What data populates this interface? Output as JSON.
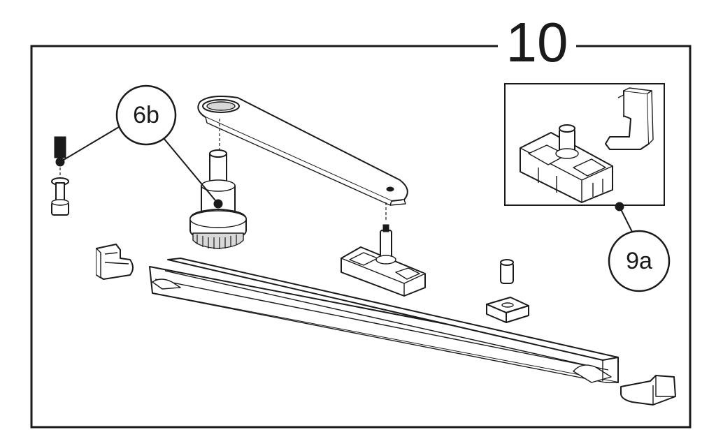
{
  "step": {
    "number": "10"
  },
  "callouts": [
    {
      "id": "6b",
      "label": "6b"
    },
    {
      "id": "9a",
      "label": "9a"
    }
  ]
}
